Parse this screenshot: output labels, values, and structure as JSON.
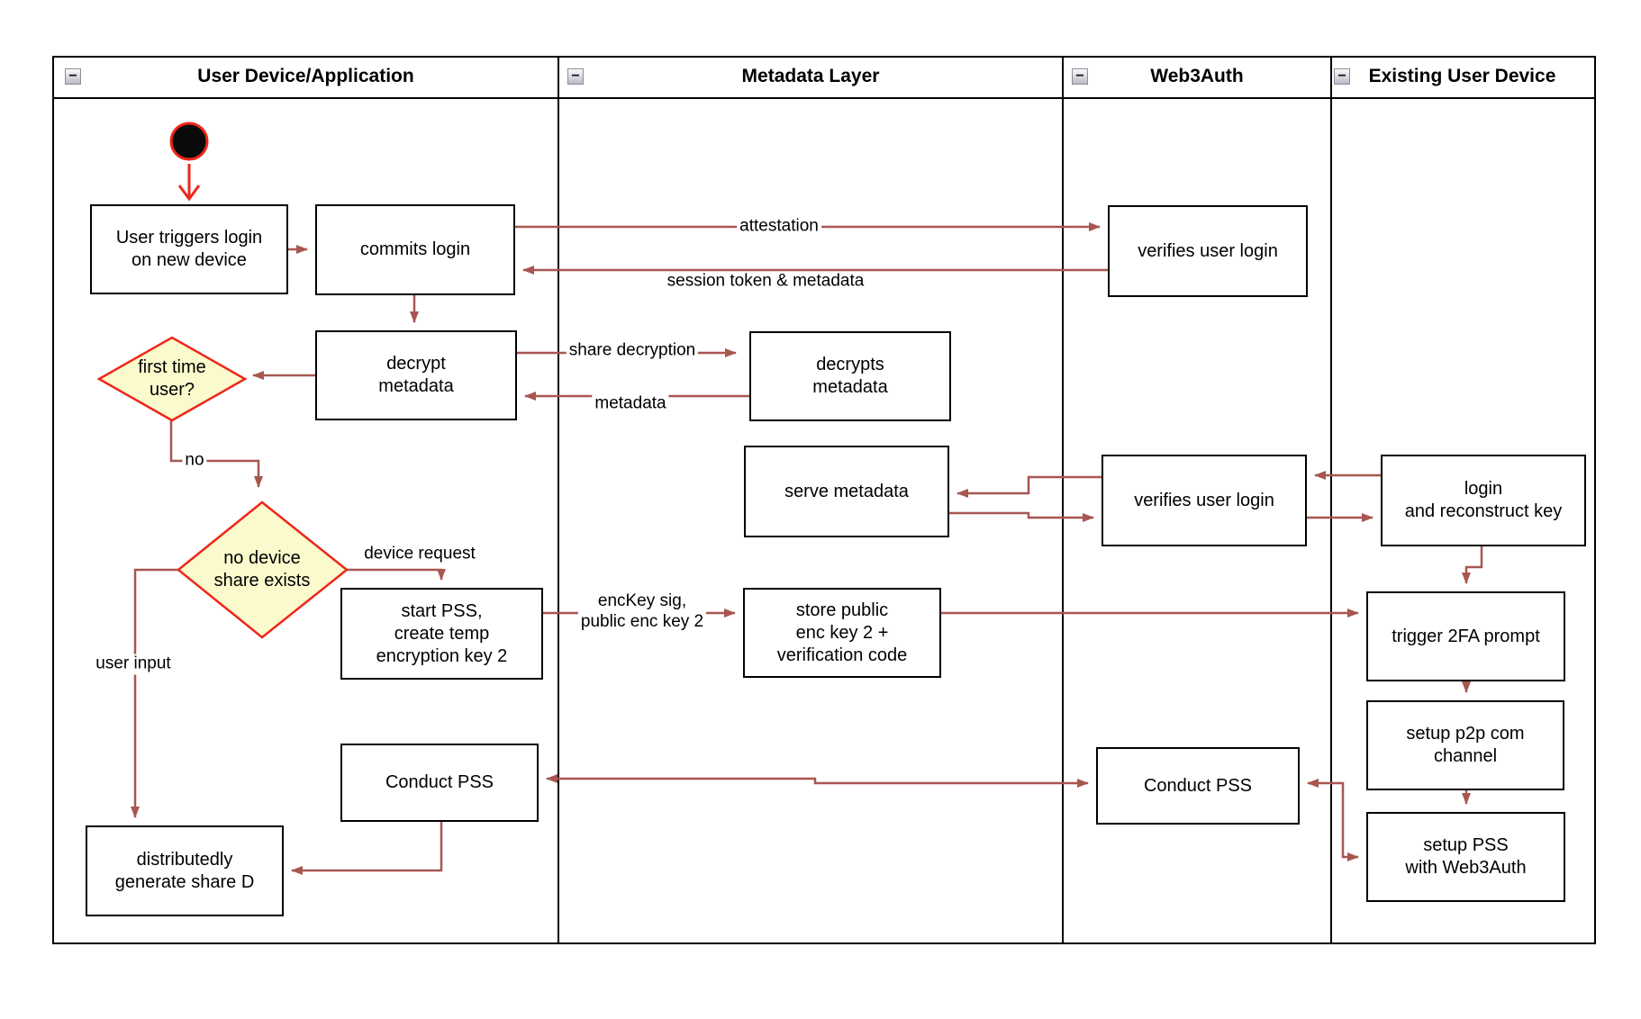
{
  "diagram": {
    "collapse_glyph": "−",
    "lanes": [
      {
        "title": "User Device/Application"
      },
      {
        "title": "Metadata Layer"
      },
      {
        "title": "Web3Auth"
      },
      {
        "title": "Existing User Device"
      }
    ],
    "nodes": {
      "user_triggers": {
        "label": "User triggers login\non new device"
      },
      "commits_login": {
        "label": "commits login"
      },
      "verifies_login_1": {
        "label": "verifies user login"
      },
      "decrypt_metadata": {
        "label": "decrypt\nmetadata"
      },
      "decrypts_metadata": {
        "label": "decrypts\nmetadata"
      },
      "first_time_user": {
        "label": "first time\nuser?"
      },
      "serve_metadata": {
        "label": "serve metadata"
      },
      "verifies_login_2": {
        "label": "verifies user login"
      },
      "login_reconstruct": {
        "label": "login\nand reconstruct key"
      },
      "no_device_share": {
        "label": "no device\nshare exists"
      },
      "start_pss": {
        "label": "start PSS,\ncreate temp\nencryption key 2"
      },
      "store_public": {
        "label": "store public\nenc key 2 +\nverification code"
      },
      "trigger_2fa": {
        "label": "trigger 2FA prompt"
      },
      "setup_p2p": {
        "label": "setup p2p com\nchannel"
      },
      "setup_pss": {
        "label": "setup PSS\nwith Web3Auth"
      },
      "conduct_pss_left": {
        "label": "Conduct PSS"
      },
      "conduct_pss_right": {
        "label": "Conduct PSS"
      },
      "distributedly": {
        "label": "distributedly\ngenerate share D"
      }
    },
    "edge_labels": {
      "attestation": "attestation",
      "session_token": "session token & metadata",
      "share_decryption": "share decryption",
      "metadata": "metadata",
      "no": "no",
      "device_request": "device request",
      "enckey": "encKey sig,\npublic enc key 2",
      "user_input": "user input"
    },
    "colors": {
      "arrow_brown": "#a85651",
      "accent_red": "#ef2719",
      "diamond_fill": "#fbfacd",
      "box_border": "#000000"
    }
  }
}
